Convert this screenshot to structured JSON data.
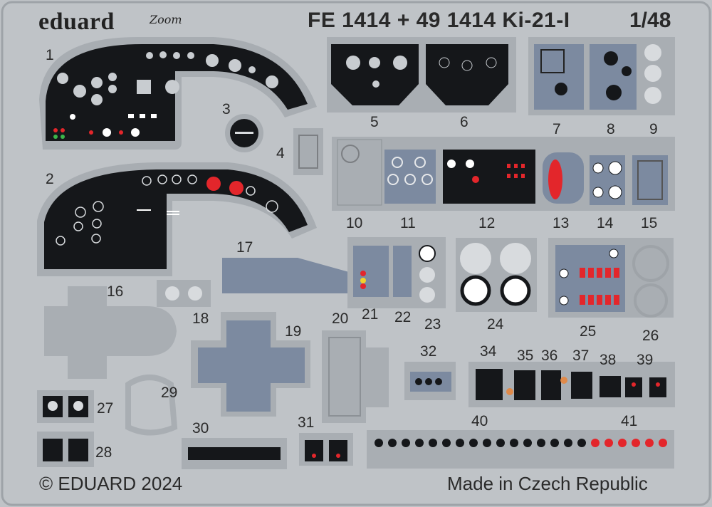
{
  "header": {
    "brand": "eduard",
    "zoom_logo": "Zoom",
    "code": "FE 1414 + 49 1414  Ki-21-I",
    "scale": "1/48"
  },
  "footer": {
    "copyright": "© EDUARD 2024",
    "origin": "Made in Czech Republic"
  },
  "parts": [
    "1",
    "2",
    "3",
    "4",
    "5",
    "6",
    "7",
    "8",
    "9",
    "10",
    "11",
    "12",
    "13",
    "14",
    "15",
    "16",
    "17",
    "18",
    "19",
    "20",
    "21",
    "22",
    "23",
    "24",
    "25",
    "26",
    "27",
    "28",
    "29",
    "30",
    "31",
    "32",
    "34",
    "35",
    "36",
    "37",
    "38",
    "39",
    "40",
    "41"
  ],
  "colors": {
    "fret": "#bfc3c7",
    "frame": "#a9aeb3",
    "panel_black": "#15171a",
    "panel_grey": "#7c8aa0",
    "red": "#e3262b"
  }
}
